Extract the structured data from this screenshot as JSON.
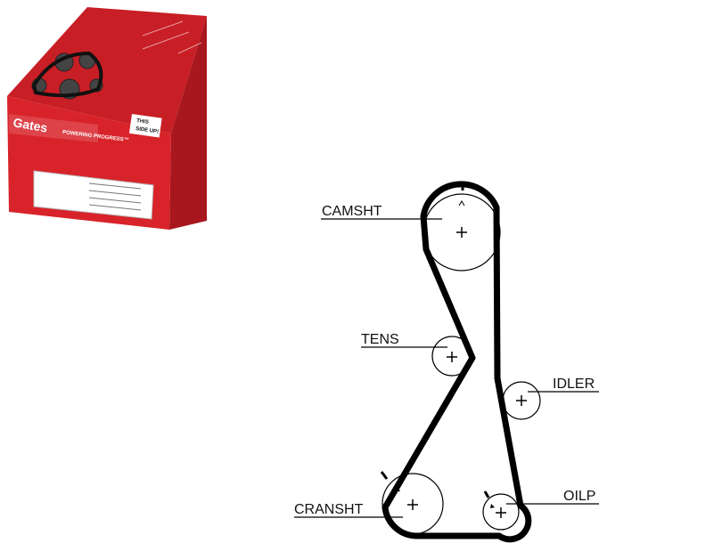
{
  "product_box": {
    "brand_logo_text": "Gates",
    "slogan": "POWERING PROGRESS™",
    "orientation_note": [
      "THIS",
      "SIDE UP!"
    ],
    "colors": {
      "box_red": "#d8232a",
      "box_dark_red": "#b71c22",
      "label_white": "#ffffff"
    }
  },
  "diagram": {
    "labels": {
      "camshaft": "CAMSHT",
      "tensioner": "TENS",
      "idler": "IDLER",
      "crankshaft": "CRANSHT",
      "oil_pump": "OILP"
    },
    "colors": {
      "belt": "#000000",
      "pulley": "#000000",
      "background": "#ffffff"
    }
  }
}
